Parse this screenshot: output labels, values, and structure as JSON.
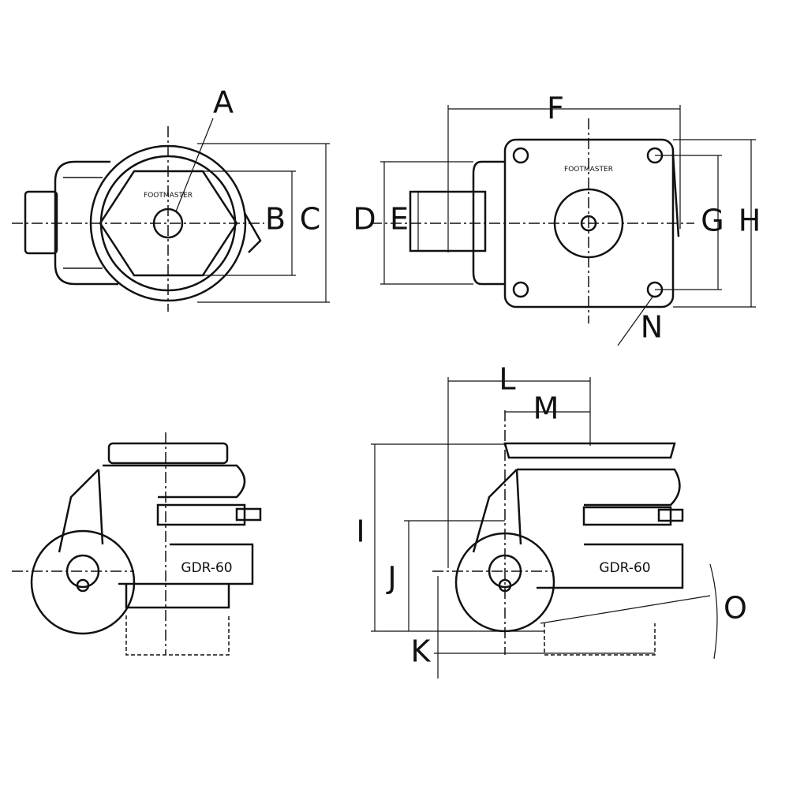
{
  "labels": {
    "A": "A",
    "B": "B",
    "C": "C",
    "D": "D",
    "E": "E",
    "F": "F",
    "G": "G",
    "H": "H",
    "I": "I",
    "J": "J",
    "K": "K",
    "L": "L",
    "M": "M",
    "N": "N",
    "O": "O"
  },
  "brand_text": "FOOTMASTER",
  "model_text_left": "GDR-60",
  "model_text_right": "GDR-60"
}
